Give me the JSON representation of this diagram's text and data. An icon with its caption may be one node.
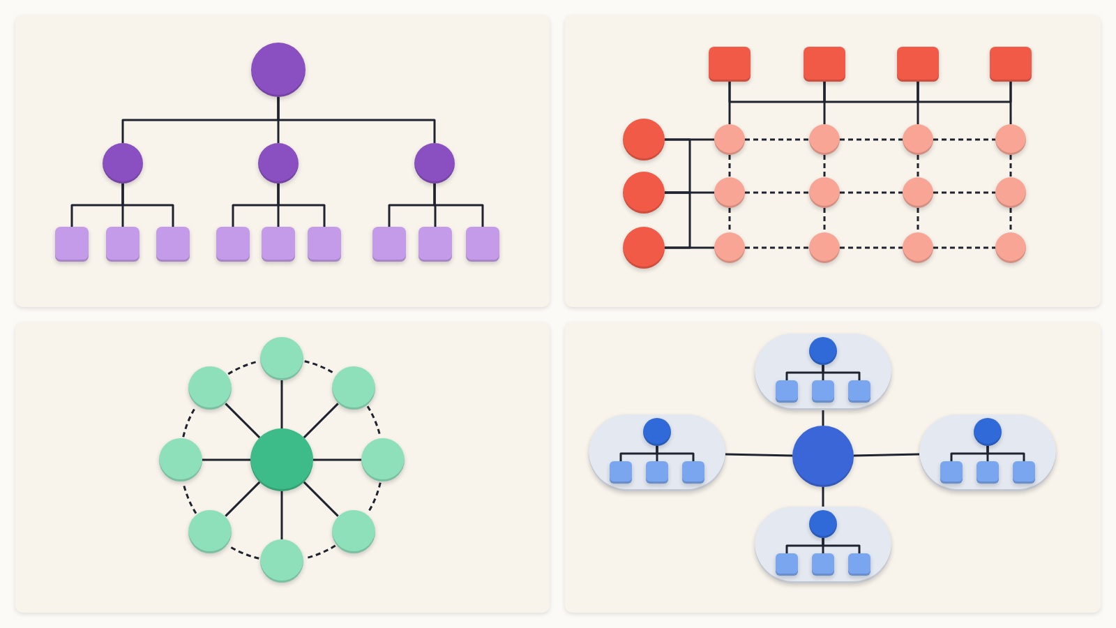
{
  "diagram": {
    "nodes": [
      {
        "text": [],
        "shape": "circle"
      },
      {
        "text": [],
        "shape": "circle"
      },
      {
        "text": [],
        "shape": "circle"
      },
      {
        "text": [],
        "shape": "circle"
      },
      {
        "text": [],
        "shape": "box"
      },
      {
        "text": [],
        "shape": "box"
      },
      {
        "text": [],
        "shape": "box"
      },
      {
        "text": [],
        "shape": "box"
      },
      {
        "text": [],
        "shape": "box"
      },
      {
        "text": [],
        "shape": "box"
      },
      {
        "text": [],
        "shape": "box"
      },
      {
        "text": [],
        "shape": "box"
      },
      {
        "text": [],
        "shape": "box"
      },
      {
        "text": [],
        "shape": "box"
      },
      {
        "text": [],
        "shape": "box"
      },
      {
        "text": [],
        "shape": "box"
      },
      {
        "text": [],
        "shape": "box"
      },
      {
        "text": [],
        "shape": "circle"
      },
      {
        "text": [],
        "shape": "circle"
      },
      {
        "text": [],
        "shape": "circle"
      },
      {
        "text": [],
        "shape": "circle"
      },
      {
        "text": [],
        "shape": "circle"
      },
      {
        "text": [],
        "shape": "circle"
      },
      {
        "text": [],
        "shape": "circle"
      },
      {
        "text": [],
        "shape": "circle"
      },
      {
        "text": [],
        "shape": "circle"
      },
      {
        "text": [],
        "shape": "circle"
      },
      {
        "text": [],
        "shape": "circle"
      },
      {
        "text": [],
        "shape": "circle"
      },
      {
        "text": [],
        "shape": "circle"
      },
      {
        "text": [],
        "shape": "circle"
      },
      {
        "text": [],
        "shape": "circle"
      },
      {
        "text": [],
        "shape": "circle"
      },
      {
        "text": [],
        "shape": "circle"
      },
      {
        "text": [],
        "shape": "circle"
      },
      {
        "text": [],
        "shape": "circle"
      },
      {
        "text": [],
        "shape": "circle"
      },
      {
        "text": [],
        "shape": "circle"
      },
      {
        "text": [],
        "shape": "circle"
      },
      {
        "text": [],
        "shape": "circle"
      },
      {
        "text": [],
        "shape": "circle"
      },
      {
        "text": [],
        "shape": "box"
      },
      {
        "text": [],
        "shape": "circle",
        "in": 41
      },
      {
        "text": [],
        "shape": "box",
        "in": 41
      },
      {
        "text": [],
        "shape": "box",
        "in": 41
      },
      {
        "text": [],
        "shape": "box",
        "in": 41
      },
      {
        "text": [],
        "shape": "box"
      },
      {
        "text": [],
        "shape": "circle",
        "in": 46
      },
      {
        "text": [],
        "shape": "box",
        "in": 46
      },
      {
        "text": [],
        "shape": "box",
        "in": 46
      },
      {
        "text": [],
        "shape": "box",
        "in": 46
      },
      {
        "text": [],
        "shape": "circle"
      },
      {
        "text": [],
        "shape": "box"
      },
      {
        "text": [],
        "shape": "circle",
        "in": 52
      },
      {
        "text": [],
        "shape": "box",
        "in": 52
      },
      {
        "text": [],
        "shape": "box",
        "in": 52
      },
      {
        "text": [],
        "shape": "box",
        "in": 52
      },
      {
        "text": [],
        "shape": "box"
      },
      {
        "text": [],
        "shape": "circle",
        "in": 57
      },
      {
        "text": [],
        "shape": "box",
        "in": 57
      },
      {
        "text": [],
        "shape": "box",
        "in": 57
      },
      {
        "text": [],
        "shape": "box",
        "in": 57
      }
    ],
    "edges": [
      {
        "from": 0,
        "to": 1,
        "arrow": "none"
      },
      {
        "from": 0,
        "to": 2,
        "arrow": "none"
      },
      {
        "from": 0,
        "to": 3,
        "arrow": "none"
      },
      {
        "from": 1,
        "to": 4,
        "arrow": "none"
      },
      {
        "from": 1,
        "to": 5,
        "arrow": "none"
      },
      {
        "from": 1,
        "to": 6,
        "arrow": "none"
      },
      {
        "from": 2,
        "to": 7,
        "arrow": "none"
      },
      {
        "from": 2,
        "to": 8,
        "arrow": "none"
      },
      {
        "from": 2,
        "to": 9,
        "arrow": "none"
      },
      {
        "from": 3,
        "to": 10,
        "arrow": "none"
      },
      {
        "from": 3,
        "to": 11,
        "arrow": "none"
      },
      {
        "from": 3,
        "to": 12,
        "arrow": "none"
      },
      {
        "from": 13,
        "to": 14,
        "arrow": "none"
      },
      {
        "from": 14,
        "to": 15,
        "arrow": "none"
      },
      {
        "from": 15,
        "to": 16,
        "arrow": "none"
      },
      {
        "from": 13,
        "to": 18,
        "arrow": "none"
      },
      {
        "from": 14,
        "to": 19,
        "arrow": "none"
      },
      {
        "from": 15,
        "to": 20,
        "arrow": "none"
      },
      {
        "from": 16,
        "to": 21,
        "arrow": "none"
      },
      {
        "from": 17,
        "to": 22,
        "arrow": "none"
      },
      {
        "from": 22,
        "to": 27,
        "arrow": "none"
      },
      {
        "from": 17,
        "to": 18,
        "arrow": "none"
      },
      {
        "from": 22,
        "to": 23,
        "arrow": "none"
      },
      {
        "from": 27,
        "to": 28,
        "arrow": "none"
      },
      {
        "from": 18,
        "to": 19,
        "arrow": "none",
        "style": "dashed"
      },
      {
        "from": 19,
        "to": 20,
        "arrow": "none",
        "style": "dashed"
      },
      {
        "from": 20,
        "to": 21,
        "arrow": "none",
        "style": "dashed"
      },
      {
        "from": 23,
        "to": 24,
        "arrow": "none",
        "style": "dashed"
      },
      {
        "from": 24,
        "to": 25,
        "arrow": "none",
        "style": "dashed"
      },
      {
        "from": 25,
        "to": 26,
        "arrow": "none",
        "style": "dashed"
      },
      {
        "from": 28,
        "to": 29,
        "arrow": "none",
        "style": "dashed"
      },
      {
        "from": 29,
        "to": 30,
        "arrow": "none",
        "style": "dashed"
      },
      {
        "from": 30,
        "to": 31,
        "arrow": "none",
        "style": "dashed"
      },
      {
        "from": 18,
        "to": 23,
        "arrow": "none",
        "style": "dashed"
      },
      {
        "from": 23,
        "to": 28,
        "arrow": "none",
        "style": "dashed"
      },
      {
        "from": 19,
        "to": 24,
        "arrow": "none",
        "style": "dashed"
      },
      {
        "from": 24,
        "to": 29,
        "arrow": "none",
        "style": "dashed"
      },
      {
        "from": 20,
        "to": 25,
        "arrow": "none",
        "style": "dashed"
      },
      {
        "from": 25,
        "to": 30,
        "arrow": "none",
        "style": "dashed"
      },
      {
        "from": 21,
        "to": 26,
        "arrow": "none",
        "style": "dashed"
      },
      {
        "from": 26,
        "to": 31,
        "arrow": "none",
        "style": "dashed"
      },
      {
        "from": 36,
        "to": 32,
        "arrow": "none"
      },
      {
        "from": 36,
        "to": 33,
        "arrow": "none"
      },
      {
        "from": 36,
        "to": 34,
        "arrow": "none"
      },
      {
        "from": 36,
        "to": 35,
        "arrow": "none"
      },
      {
        "from": 36,
        "to": 37,
        "arrow": "none"
      },
      {
        "from": 36,
        "to": 38,
        "arrow": "none"
      },
      {
        "from": 36,
        "to": 39,
        "arrow": "none"
      },
      {
        "from": 36,
        "to": 40,
        "arrow": "none"
      },
      {
        "from": 32,
        "to": 34,
        "arrow": "none",
        "style": "dashed"
      },
      {
        "from": 34,
        "to": 37,
        "arrow": "none",
        "style": "dashed"
      },
      {
        "from": 37,
        "to": 39,
        "arrow": "none",
        "style": "dashed"
      },
      {
        "from": 39,
        "to": 40,
        "arrow": "none",
        "style": "dashed"
      },
      {
        "from": 40,
        "to": 38,
        "arrow": "none",
        "style": "dashed"
      },
      {
        "from": 38,
        "to": 35,
        "arrow": "none",
        "style": "dashed"
      },
      {
        "from": 35,
        "to": 33,
        "arrow": "none",
        "style": "dashed"
      },
      {
        "from": 33,
        "to": 32,
        "arrow": "none",
        "style": "dashed"
      },
      {
        "from": 51,
        "to": 41,
        "arrow": "none"
      },
      {
        "from": 51,
        "to": 46,
        "arrow": "none"
      },
      {
        "from": 51,
        "to": 52,
        "arrow": "none"
      },
      {
        "from": 51,
        "to": 57,
        "arrow": "none"
      },
      {
        "from": 42,
        "to": 43,
        "arrow": "none"
      },
      {
        "from": 42,
        "to": 44,
        "arrow": "none"
      },
      {
        "from": 42,
        "to": 45,
        "arrow": "none"
      },
      {
        "from": 47,
        "to": 48,
        "arrow": "none"
      },
      {
        "from": 47,
        "to": 49,
        "arrow": "none"
      },
      {
        "from": 47,
        "to": 50,
        "arrow": "none"
      },
      {
        "from": 53,
        "to": 54,
        "arrow": "none"
      },
      {
        "from": 53,
        "to": 55,
        "arrow": "none"
      },
      {
        "from": 53,
        "to": 56,
        "arrow": "none"
      },
      {
        "from": 58,
        "to": 59,
        "arrow": "none"
      },
      {
        "from": 58,
        "to": 60,
        "arrow": "none"
      },
      {
        "from": 58,
        "to": 61,
        "arrow": "none"
      }
    ]
  }
}
